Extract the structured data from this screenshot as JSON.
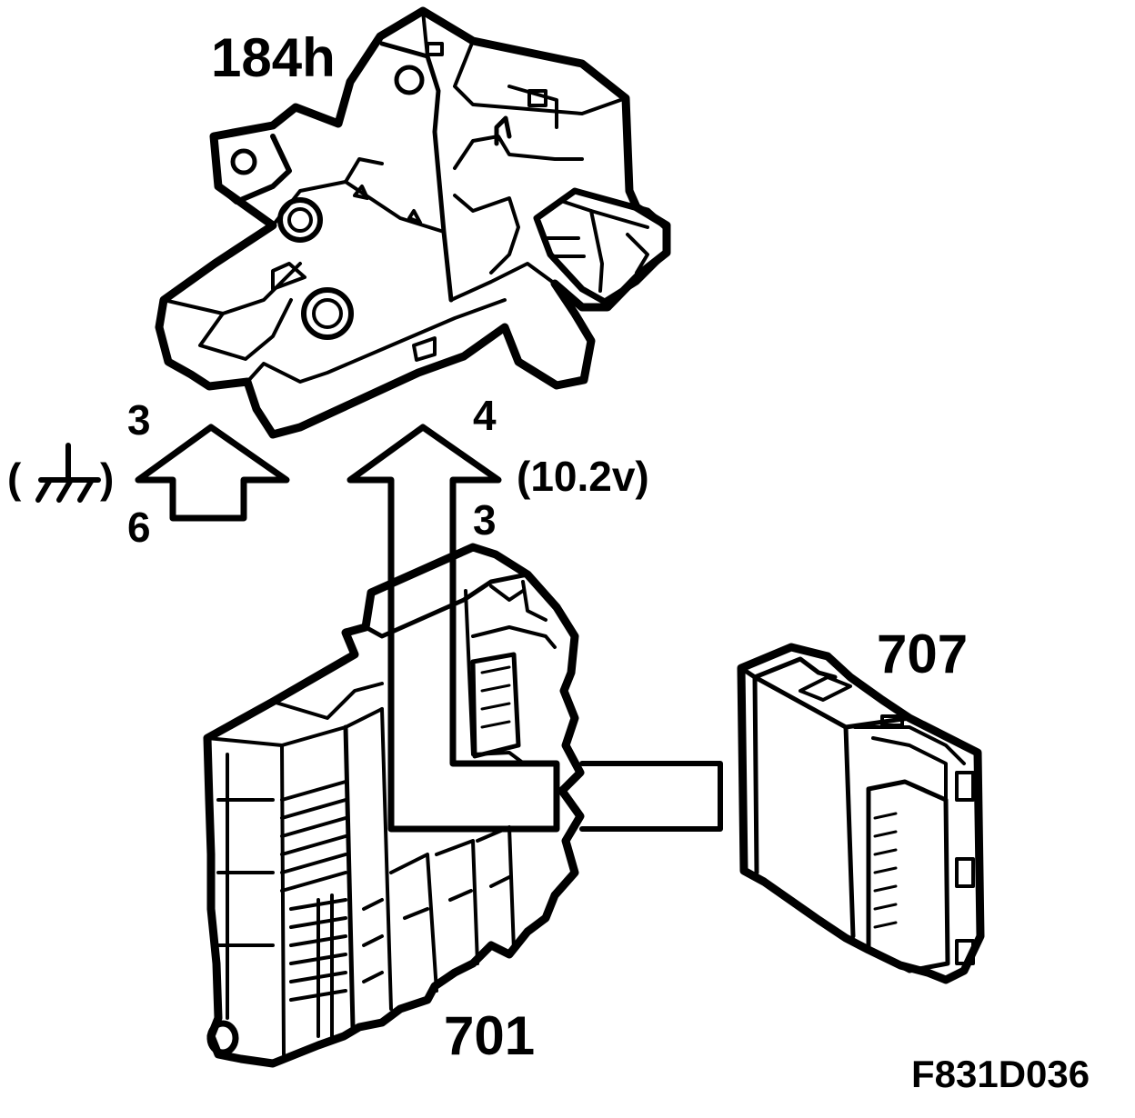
{
  "figure_code": "F831D036",
  "components": {
    "latch": {
      "id": "184h"
    },
    "central_electrical_unit": {
      "id": "701"
    },
    "control_module": {
      "id": "707"
    }
  },
  "connections": {
    "ground_arrow": {
      "pin_top": "3",
      "pin_bottom": "6",
      "left_paren": "(",
      "right_paren": ")",
      "symbol": "ground-icon"
    },
    "voltage_arrow": {
      "pin_top": "4",
      "pin_bottom": "3",
      "value": "(10.2v)"
    }
  }
}
